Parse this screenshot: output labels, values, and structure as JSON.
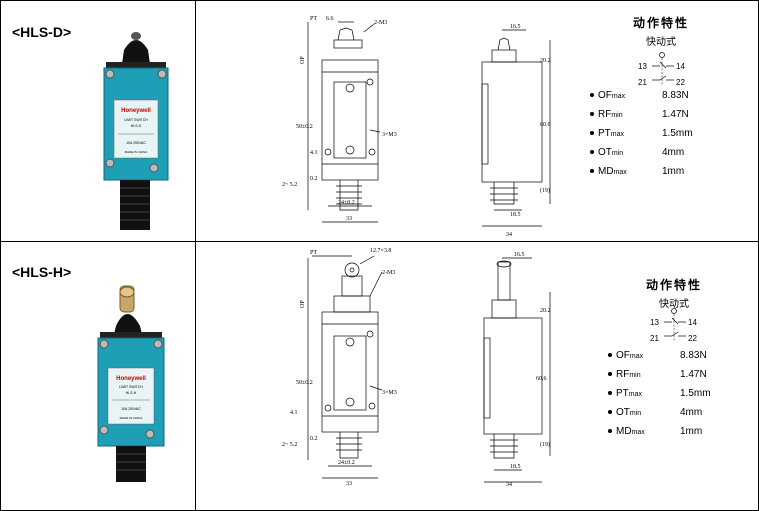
{
  "rows": [
    {
      "model": "<HLS-D>",
      "heading": "动作特性",
      "subheading": "快动式",
      "contacts": {
        "no_left": "13",
        "no_right": "14",
        "nc_left": "21",
        "nc_right": "22"
      },
      "specs": [
        {
          "sym": "OF",
          "sub": "max",
          "val": "8.83N"
        },
        {
          "sym": "RF",
          "sub": "min",
          "val": "1.47N"
        },
        {
          "sym": "PT",
          "sub": "max",
          "val": "1.5mm"
        },
        {
          "sym": "OT",
          "sub": "min",
          "val": "4mm"
        },
        {
          "sym": "MD",
          "sub": "max",
          "val": "1mm"
        }
      ],
      "photo": {
        "brand": "Honeywell",
        "label": "LIMIT SWITCH",
        "model": "HLS-D",
        "rating": "10A 250VAC",
        "origin": "MADE IN CHINA"
      },
      "front_dims": {
        "pt": "PT",
        "top": "6.6",
        "screw_top": "2-M3",
        "op": "OP",
        "height": "50±0.2",
        "screws": "3×M3",
        "left1": "4.1",
        "left2": "2~ 5.2",
        "left3": "0.2",
        "bottom1": "24±0.2",
        "bottom2": "33"
      },
      "side_dims": {
        "top": "16.5",
        "right1": "20.2",
        "right2": "60.6",
        "right3": "(19)",
        "bottom1": "18.5",
        "bottom2": "34"
      }
    },
    {
      "model": "<HLS-H>",
      "heading": "动作特性",
      "subheading": "快动式",
      "contacts": {
        "no_left": "13",
        "no_right": "14",
        "nc_left": "21",
        "nc_right": "22"
      },
      "specs": [
        {
          "sym": "OF",
          "sub": "max",
          "val": "8.83N"
        },
        {
          "sym": "RF",
          "sub": "min",
          "val": "1.47N"
        },
        {
          "sym": "PT",
          "sub": "max",
          "val": "1.5mm"
        },
        {
          "sym": "OT",
          "sub": "min",
          "val": "4mm"
        },
        {
          "sym": "MD",
          "sub": "max",
          "val": "1mm"
        }
      ],
      "photo": {
        "brand": "Honeywell",
        "label": "LIMIT SWITCH",
        "model": "HLS-H",
        "rating": "10A 250VAC",
        "origin": "MADE IN CHINA"
      },
      "front_dims": {
        "pt": "PT",
        "top": "12.7×3.8",
        "screw_top": "2-M3",
        "op": "OP",
        "height": "50±0.2",
        "screws": "3×M3",
        "left1": "4.1",
        "left2": "2~ 5.2",
        "left3": "0.2",
        "bottom1": "24±0.2",
        "bottom2": "33"
      },
      "side_dims": {
        "top": "16.5",
        "right1": "20.2",
        "right2": "60.6",
        "right3": "(19)",
        "bottom1": "18.5",
        "bottom2": "34"
      }
    }
  ]
}
